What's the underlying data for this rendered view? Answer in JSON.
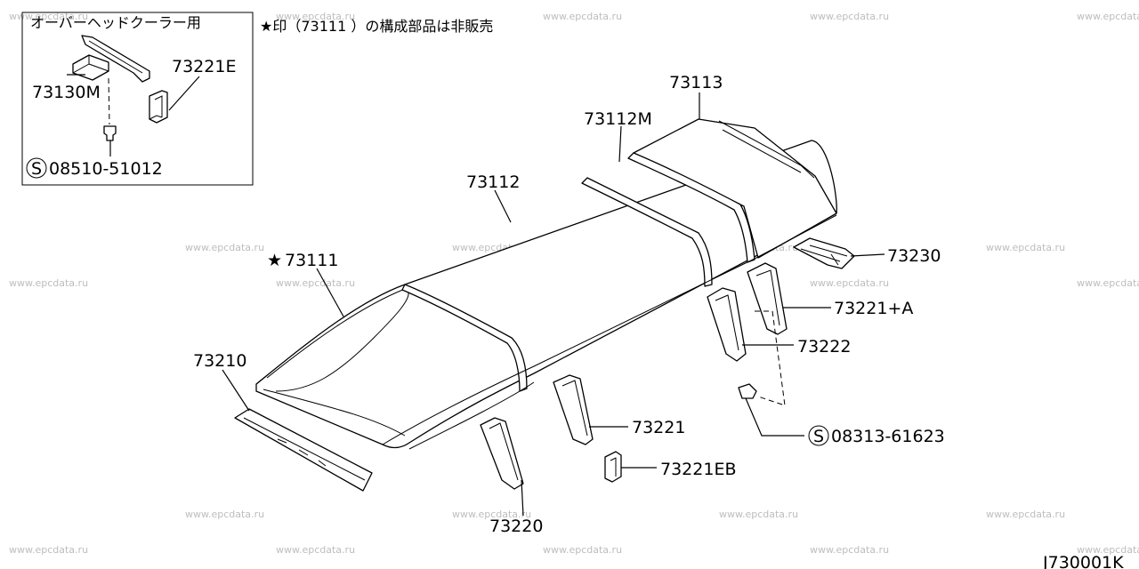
{
  "inset": {
    "title": "オーバーヘッドクーラー用",
    "labels": {
      "bracket": "73130M",
      "clip": "73221E",
      "screw": "08510-51012"
    }
  },
  "note": "★印（73111 ）の構成部品は非販売",
  "parts": {
    "p73113": "73113",
    "p73112M": "73112M",
    "p73112": "73112",
    "p73111": "73111",
    "p73210": "73210",
    "p73230": "73230",
    "p73221A": "73221+A",
    "p73222": "73222",
    "p73221": "73221",
    "p73221EB": "73221EB",
    "p73220": "73220",
    "screw2": "08313-61623"
  },
  "symbols": {
    "star": "★",
    "screw": "S"
  },
  "diagram_code": "J730001K",
  "watermark": "www.epcdata.ru"
}
